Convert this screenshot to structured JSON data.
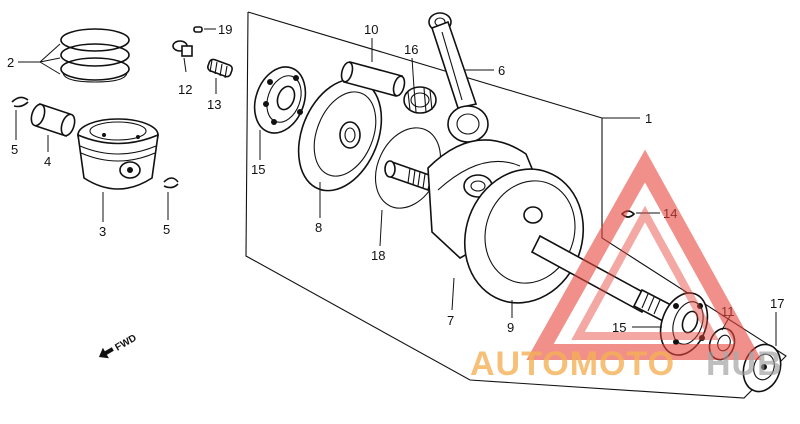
{
  "diagram": {
    "part_labels": [
      {
        "id": "1",
        "text": "1"
      },
      {
        "id": "2",
        "text": "2"
      },
      {
        "id": "3",
        "text": "3"
      },
      {
        "id": "4",
        "text": "4"
      },
      {
        "id": "5a",
        "text": "5"
      },
      {
        "id": "5b",
        "text": "5"
      },
      {
        "id": "6",
        "text": "6"
      },
      {
        "id": "7",
        "text": "7"
      },
      {
        "id": "8",
        "text": "8"
      },
      {
        "id": "9",
        "text": "9"
      },
      {
        "id": "10",
        "text": "10"
      },
      {
        "id": "11",
        "text": "11"
      },
      {
        "id": "12",
        "text": "12"
      },
      {
        "id": "13",
        "text": "13"
      },
      {
        "id": "14",
        "text": "14"
      },
      {
        "id": "15a",
        "text": "15"
      },
      {
        "id": "15b",
        "text": "15"
      },
      {
        "id": "16",
        "text": "16"
      },
      {
        "id": "17",
        "text": "17"
      },
      {
        "id": "18",
        "text": "18"
      },
      {
        "id": "19",
        "text": "19"
      }
    ],
    "fwd_marker": "FWD"
  },
  "watermark": {
    "brand_part1": "AUTOMOTO",
    "brand_part2": "HUB",
    "colors": {
      "triangle": "#e8463c",
      "text_orange": "#f2a33a",
      "text_grey": "#9a9a9a"
    }
  }
}
